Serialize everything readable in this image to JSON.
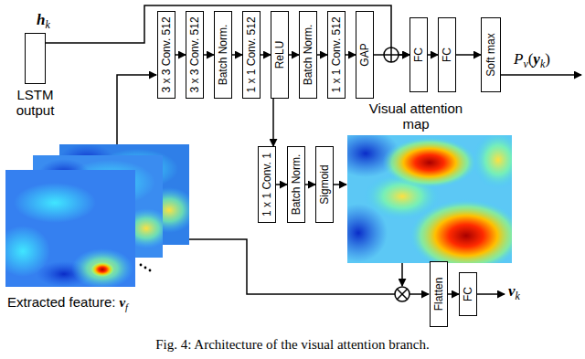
{
  "diagram": {
    "caption": "Fig. 4: Architecture of the visual attention branch.",
    "nodes": [
      {
        "text": [
          "LSTM output"
        ]
      },
      {
        "text": [
          "3 x 3 Conv. 512"
        ]
      },
      {
        "text": [
          "3 x 3 Conv. 512"
        ]
      },
      {
        "text": [
          "Batch Norm."
        ]
      },
      {
        "text": [
          "1 x 1 Conv. 512"
        ]
      },
      {
        "text": [
          "ReLU"
        ]
      },
      {
        "text": [
          "Batch Norm."
        ]
      },
      {
        "text": [
          "1 x 1 Conv. 512"
        ]
      },
      {
        "text": [
          "GAP"
        ]
      },
      {
        "text": [
          "FC"
        ]
      },
      {
        "text": [
          "FC"
        ]
      },
      {
        "text": [
          "Soft max"
        ]
      },
      {
        "text": [
          "1 x 1 Conv. 1"
        ]
      },
      {
        "text": [
          "Batch Norm."
        ]
      },
      {
        "text": [
          "Sigmoid"
        ]
      },
      {
        "text": [
          "Flatten"
        ]
      },
      {
        "text": [
          "FC"
        ]
      }
    ],
    "edges": [
      {
        "from": 1,
        "to": 2,
        "arrow": "to"
      },
      {
        "from": 2,
        "to": 3,
        "arrow": "to"
      },
      {
        "from": 3,
        "to": 4,
        "arrow": "to"
      },
      {
        "from": 4,
        "to": 5,
        "arrow": "to"
      },
      {
        "from": 5,
        "to": 6,
        "arrow": "to"
      },
      {
        "from": 6,
        "to": 7,
        "arrow": "to"
      },
      {
        "from": 7,
        "to": 8,
        "arrow": "to"
      },
      {
        "from": 8,
        "to": 9,
        "arrow": "to"
      },
      {
        "from": 0,
        "to": 9,
        "arrow": "to"
      },
      {
        "from": 9,
        "to": 10,
        "arrow": "to"
      },
      {
        "from": 10,
        "to": 11,
        "arrow": "to"
      },
      {
        "from": 5,
        "to": 12,
        "arrow": "to"
      },
      {
        "from": 12,
        "to": 13,
        "arrow": "to"
      },
      {
        "from": 13,
        "to": 14,
        "arrow": "to"
      },
      {
        "from": 15,
        "to": 16,
        "arrow": "to"
      }
    ],
    "labels": [
      "h",
      "k",
      "P",
      "v",
      "(",
      "y",
      "k",
      ")",
      "Visual attention map",
      "Extracted feature:",
      "v",
      "f",
      "v",
      "k"
    ]
  }
}
